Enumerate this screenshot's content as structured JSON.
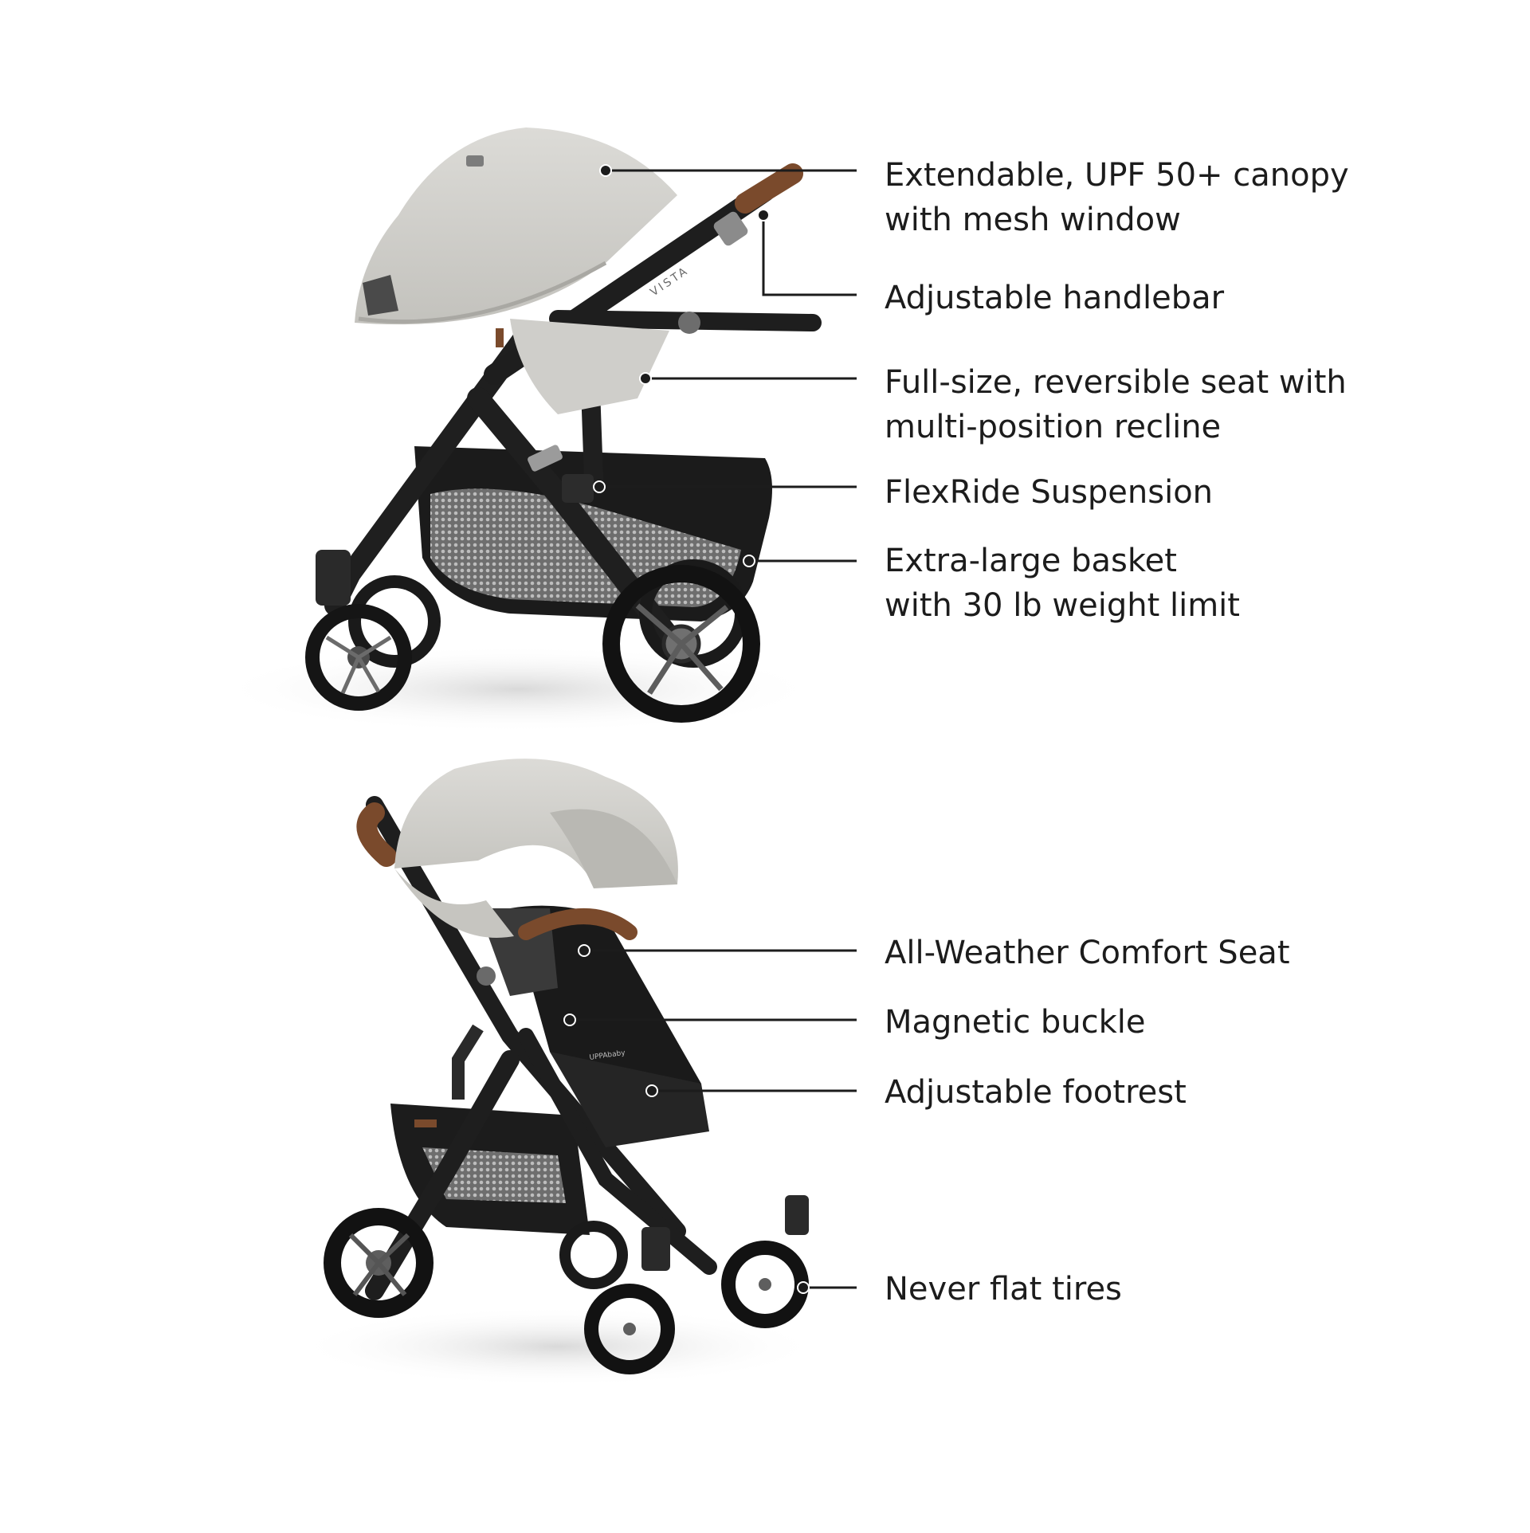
{
  "features": [
    {
      "id": "canopy",
      "lines": [
        "Extendable, UPF 50+ canopy",
        "with mesh window"
      ]
    },
    {
      "id": "handlebar",
      "lines": [
        "Adjustable handlebar"
      ]
    },
    {
      "id": "seat",
      "lines": [
        "Full-size, reversible seat with",
        "multi-position recline"
      ]
    },
    {
      "id": "suspension",
      "lines": [
        "FlexRide Suspension"
      ]
    },
    {
      "id": "basket",
      "lines": [
        "Extra-large basket",
        "with 30 lb weight limit"
      ]
    },
    {
      "id": "comfort-seat",
      "lines": [
        "All-Weather Comfort Seat"
      ]
    },
    {
      "id": "buckle",
      "lines": [
        "Magnetic buckle"
      ]
    },
    {
      "id": "footrest",
      "lines": [
        "Adjustable footrest"
      ]
    },
    {
      "id": "tires",
      "lines": [
        "Never flat tires"
      ]
    }
  ],
  "stroller_branding": {
    "frame_text": "VISTA",
    "seat_logo_text": "UPPAbaby"
  },
  "colors": {
    "canopy": "#cfceca",
    "frame": "#1f1f1f",
    "leather": "#7a4a2c",
    "mesh": "#8a8a8a",
    "text": "#1c1c1c",
    "leader_line": "#1c1c1c"
  }
}
